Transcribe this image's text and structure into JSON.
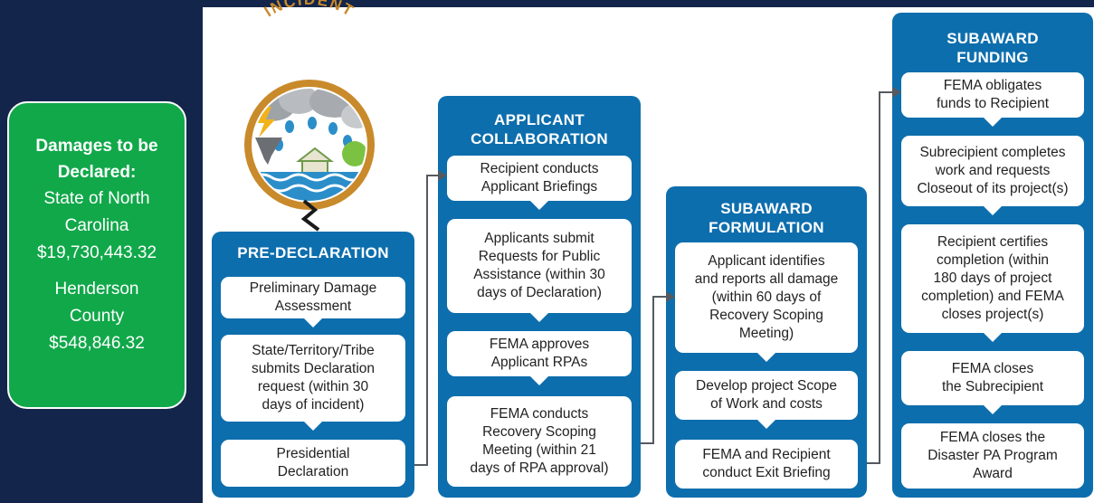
{
  "damages": {
    "title_line1": "Damages to be",
    "title_line2": "Declared:",
    "state_line1": "State of North",
    "state_line2": "Carolina",
    "state_amount": "$19,730,443.32",
    "county_line1": "Henderson",
    "county_line2": "County",
    "county_amount": "$548,846.32"
  },
  "incident": {
    "label": "INCIDENT"
  },
  "columns": [
    {
      "title": [
        "PRE-DECLARATION"
      ],
      "steps": [
        [
          "Preliminary Damage",
          "Assessment"
        ],
        [
          "State/Territory/Tribe",
          "submits Declaration",
          "request (within 30",
          "days of incident)"
        ],
        [
          "Presidential",
          "Declaration"
        ]
      ]
    },
    {
      "title": [
        "APPLICANT",
        "COLLABORATION"
      ],
      "steps": [
        [
          "Recipient conducts",
          "Applicant Briefings"
        ],
        [
          "Applicants submit",
          "Requests for Public",
          "Assistance (within 30",
          "days of Declaration)"
        ],
        [
          "FEMA approves",
          "Applicant RPAs"
        ],
        [
          "FEMA conducts",
          "Recovery Scoping",
          "Meeting (within 21",
          "days of RPA approval)"
        ]
      ]
    },
    {
      "title": [
        "SUBAWARD",
        "FORMULATION"
      ],
      "steps": [
        [
          "Applicant identifies",
          "and reports all damage",
          "(within 60 days of",
          "Recovery Scoping",
          "Meeting)"
        ],
        [
          "Develop project Scope",
          "of Work and costs"
        ],
        [
          "FEMA and Recipient",
          "conduct Exit Briefing"
        ]
      ]
    },
    {
      "title": [
        "SUBAWARD",
        "FUNDING"
      ],
      "steps": [
        [
          "FEMA obligates",
          "funds to Recipient"
        ],
        [
          "Subrecipient completes",
          "work and requests",
          "Closeout of its project(s)"
        ],
        [
          "Recipient certifies",
          "completion (within",
          "180 days of project",
          "completion) and FEMA",
          "closes project(s)"
        ],
        [
          "FEMA closes",
          "the Subrecipient"
        ],
        [
          "FEMA closes the",
          "Disaster PA Program",
          "Award"
        ]
      ]
    }
  ],
  "colors": {
    "background": "#13254a",
    "green": "#11a84a",
    "blue": "#0d6ead",
    "gold": "#c98a2b"
  }
}
